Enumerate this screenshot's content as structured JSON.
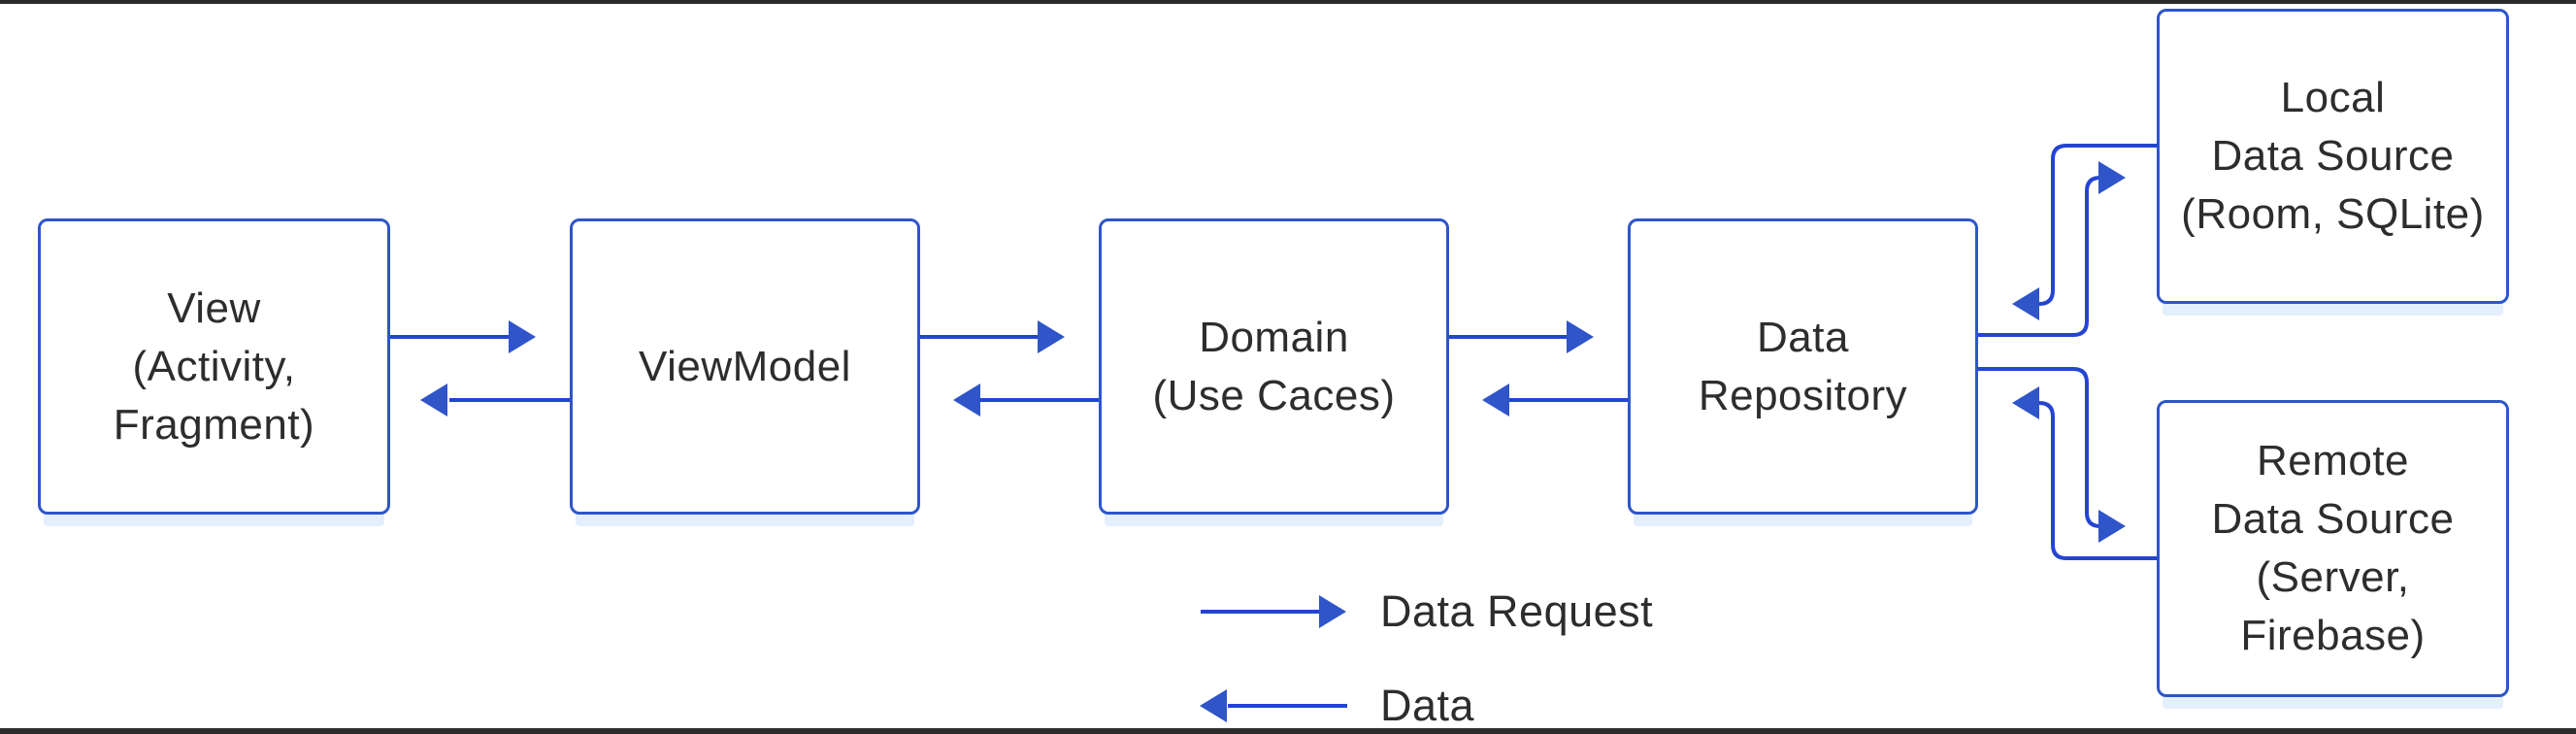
{
  "diagram": {
    "title": "MVVM / Clean architecture data flow diagram",
    "boxes": [
      {
        "id": "view",
        "lines": [
          "View",
          "(Activity,",
          "Fragment)"
        ]
      },
      {
        "id": "viewmodel",
        "lines": [
          "ViewModel"
        ]
      },
      {
        "id": "domain",
        "lines": [
          "Domain",
          "(Use Caces)"
        ]
      },
      {
        "id": "repository",
        "lines": [
          "Data",
          "Repository"
        ]
      },
      {
        "id": "local",
        "lines": [
          "Local",
          "Data Source",
          "(Room, SQLite)"
        ]
      },
      {
        "id": "remote",
        "lines": [
          "Remote",
          "Data Source",
          "(Server,",
          "Firebase)"
        ]
      }
    ],
    "legend": {
      "request_label": "Data Request",
      "data_label": "Data"
    },
    "colors": {
      "line": "#2444d2",
      "head": "#2f55c9",
      "border": "#2e56c9",
      "shadow": "#e4effd",
      "text": "#2d2d2d",
      "bar": "#2b2b2b"
    }
  }
}
